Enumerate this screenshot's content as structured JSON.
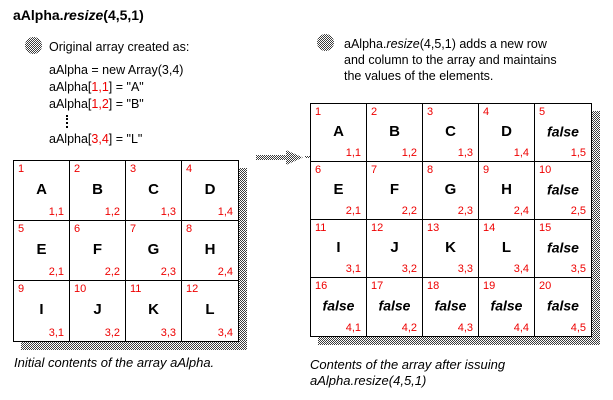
{
  "colors": {
    "red": "#ee0000",
    "ink": "#000000",
    "background": "#ffffff"
  },
  "title": {
    "pre": "aAlpha.",
    "method": "resize",
    "args": "(4,5,1)"
  },
  "left_note": {
    "intro": "Original array created as:",
    "code_line1": "aAlpha = new Array(3,4)",
    "assignments": [
      {
        "pre": "aAlpha[",
        "index": "1,1",
        "post": "] = \"A\""
      },
      {
        "pre": "aAlpha[",
        "index": "1,2",
        "post": "] = \"B\""
      },
      {
        "pre": "aAlpha[",
        "index": "3,4",
        "post": "] = \"L\""
      }
    ]
  },
  "right_note": {
    "line1_pre": "aAlpha.",
    "line1_italic": "resize",
    "line1_post": "(4,5,1) adds a new row",
    "line2": "and column to the array and maintains",
    "line3": "the values of the elements."
  },
  "left_grid": {
    "columns": 4,
    "caption": "Initial contents of the array aAlpha.",
    "cells": [
      {
        "index": "1",
        "value": "A",
        "pos": "1,1"
      },
      {
        "index": "2",
        "value": "B",
        "pos": "1,2"
      },
      {
        "index": "3",
        "value": "C",
        "pos": "1,3"
      },
      {
        "index": "4",
        "value": "D",
        "pos": "1,4"
      },
      {
        "index": "5",
        "value": "E",
        "pos": "2,1"
      },
      {
        "index": "6",
        "value": "F",
        "pos": "2,2"
      },
      {
        "index": "7",
        "value": "G",
        "pos": "2,3"
      },
      {
        "index": "8",
        "value": "H",
        "pos": "2,4"
      },
      {
        "index": "9",
        "value": "I",
        "pos": "3,1"
      },
      {
        "index": "10",
        "value": "J",
        "pos": "3,2"
      },
      {
        "index": "11",
        "value": "K",
        "pos": "3,3"
      },
      {
        "index": "12",
        "value": "L",
        "pos": "3,4"
      }
    ]
  },
  "right_grid": {
    "columns": 5,
    "caption_line1": "Contents of the array after issuing",
    "caption_line2": "aAlpha.resize(4,5,1)",
    "cells": [
      {
        "index": "1",
        "value": "A",
        "pos": "1,1"
      },
      {
        "index": "2",
        "value": "B",
        "pos": "1,2"
      },
      {
        "index": "3",
        "value": "C",
        "pos": "1,3"
      },
      {
        "index": "4",
        "value": "D",
        "pos": "1,4"
      },
      {
        "index": "5",
        "value": "false",
        "pos": "1,5"
      },
      {
        "index": "6",
        "value": "E",
        "pos": "2,1"
      },
      {
        "index": "7",
        "value": "F",
        "pos": "2,2"
      },
      {
        "index": "8",
        "value": "G",
        "pos": "2,3"
      },
      {
        "index": "9",
        "value": "H",
        "pos": "2,4"
      },
      {
        "index": "10",
        "value": "false",
        "pos": "2,5"
      },
      {
        "index": "11",
        "value": "I",
        "pos": "3,1"
      },
      {
        "index": "12",
        "value": "J",
        "pos": "3,2"
      },
      {
        "index": "13",
        "value": "K",
        "pos": "3,3"
      },
      {
        "index": "14",
        "value": "L",
        "pos": "3,4"
      },
      {
        "index": "15",
        "value": "false",
        "pos": "3,5"
      },
      {
        "index": "16",
        "value": "false",
        "pos": "4,1"
      },
      {
        "index": "17",
        "value": "false",
        "pos": "4,2"
      },
      {
        "index": "18",
        "value": "false",
        "pos": "4,3"
      },
      {
        "index": "19",
        "value": "false",
        "pos": "4,4"
      },
      {
        "index": "20",
        "value": "false",
        "pos": "4,5"
      }
    ]
  }
}
